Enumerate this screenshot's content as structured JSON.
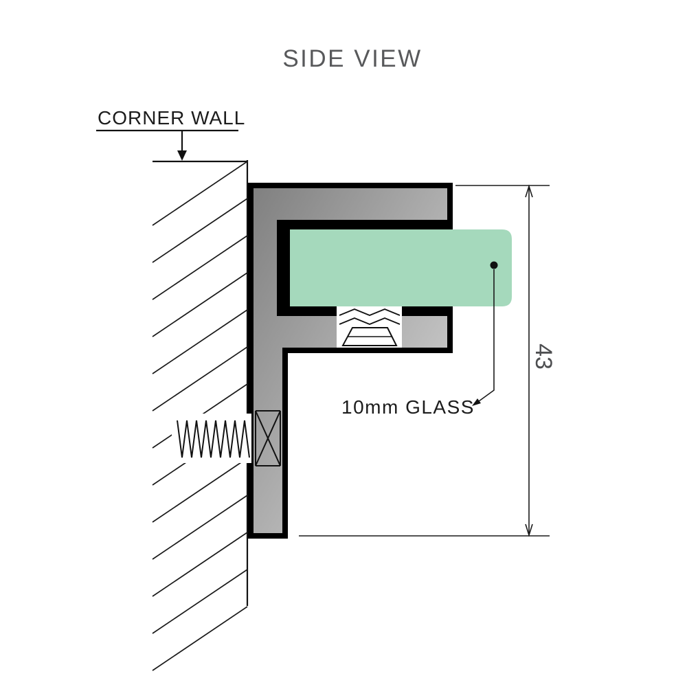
{
  "title": "SIDE VIEW",
  "wall": {
    "label": "CORNER WALL"
  },
  "glass": {
    "label": "10mm GLASS"
  },
  "dimension": {
    "value": "43"
  },
  "colors": {
    "title": "#58595b",
    "label": "#1c1c1c",
    "dimension_text": "#4d4e50",
    "glass": "#a5d9bc",
    "bracket_dark": "#7f7f7f",
    "bracket_light": "#dcdcdc",
    "outline": "#000000"
  }
}
